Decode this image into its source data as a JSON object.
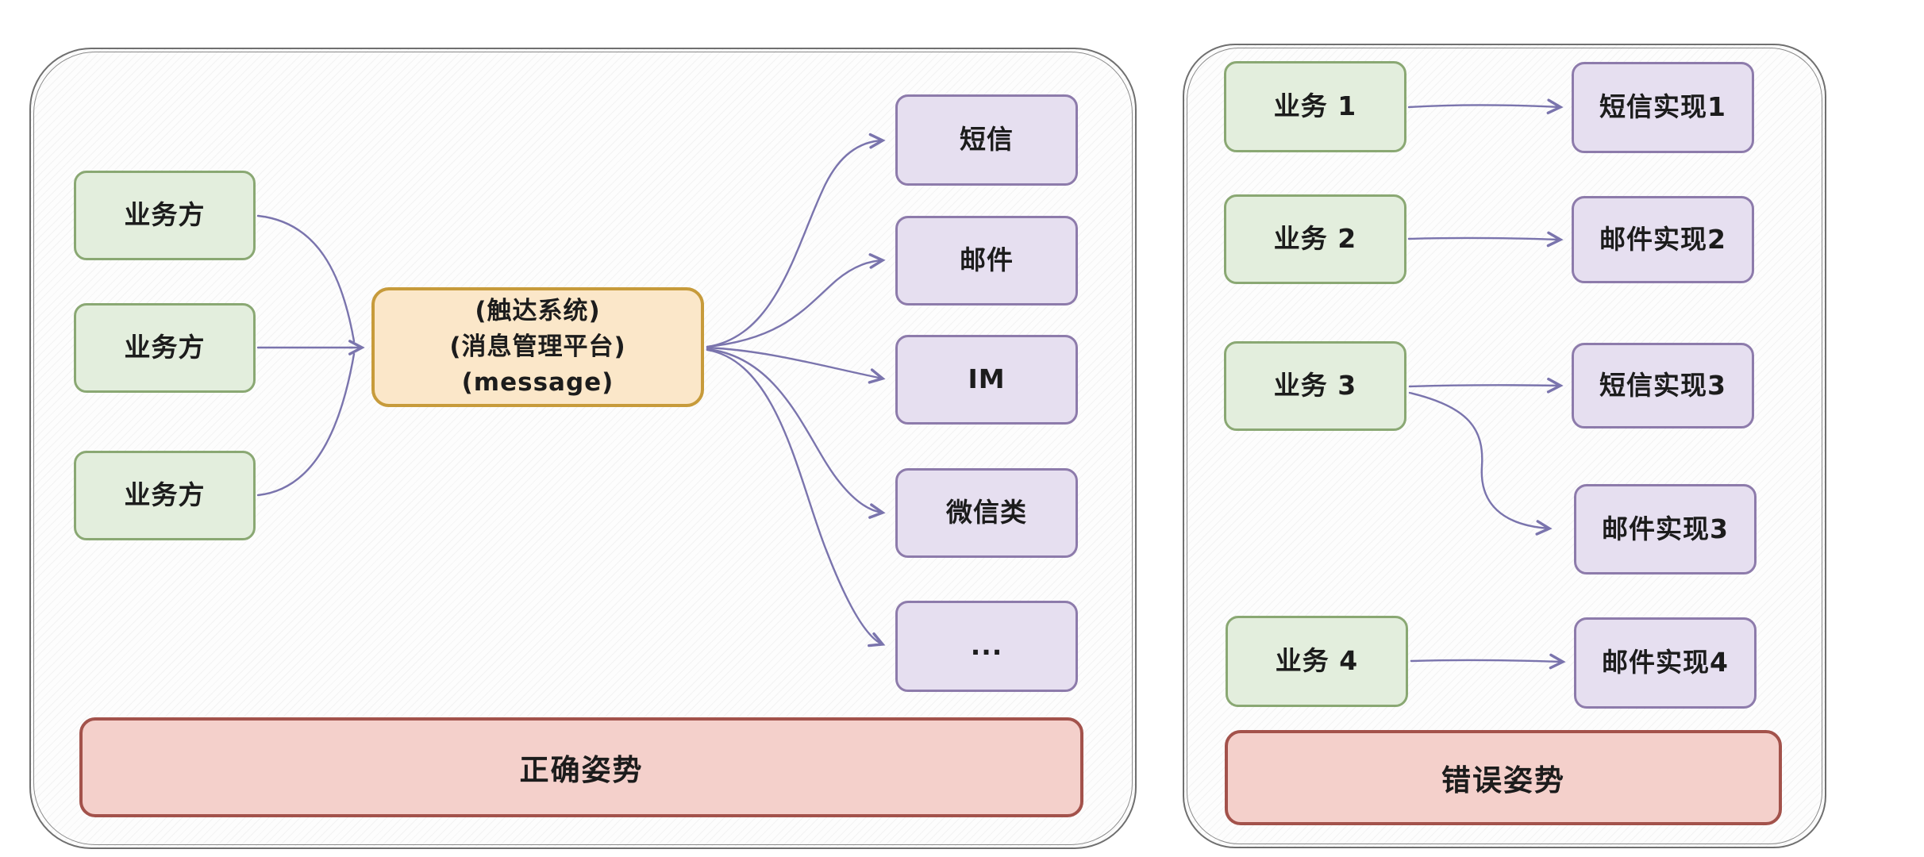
{
  "left_panel": {
    "banner": "正确姿势",
    "sources": [
      "业务方",
      "业务方",
      "业务方"
    ],
    "hub": {
      "lines": [
        "(触达系统)",
        "(消息管理平台)",
        "(message)"
      ]
    },
    "channels": [
      "短信",
      "邮件",
      "IM",
      "微信类",
      "..."
    ]
  },
  "right_panel": {
    "banner": "错误姿势",
    "businesses": [
      "业务 1",
      "业务 2",
      "业务 3",
      "业务 4"
    ],
    "implementations": [
      "短信实现1",
      "邮件实现2",
      "短信实现3",
      "邮件实现3",
      "邮件实现4"
    ]
  },
  "colors": {
    "green_fill": "#e3eedd",
    "green_border": "#8aa873",
    "purple_fill": "#e6dff0",
    "purple_border": "#8d7bab",
    "orange_fill": "#fbe7c9",
    "orange_border": "#c79b3b",
    "red_fill": "#f4d0cb",
    "red_border": "#a3524b",
    "arrow": "#7a74ad",
    "panel_border": "#6f6f6f",
    "text": "#1c1c1c"
  }
}
